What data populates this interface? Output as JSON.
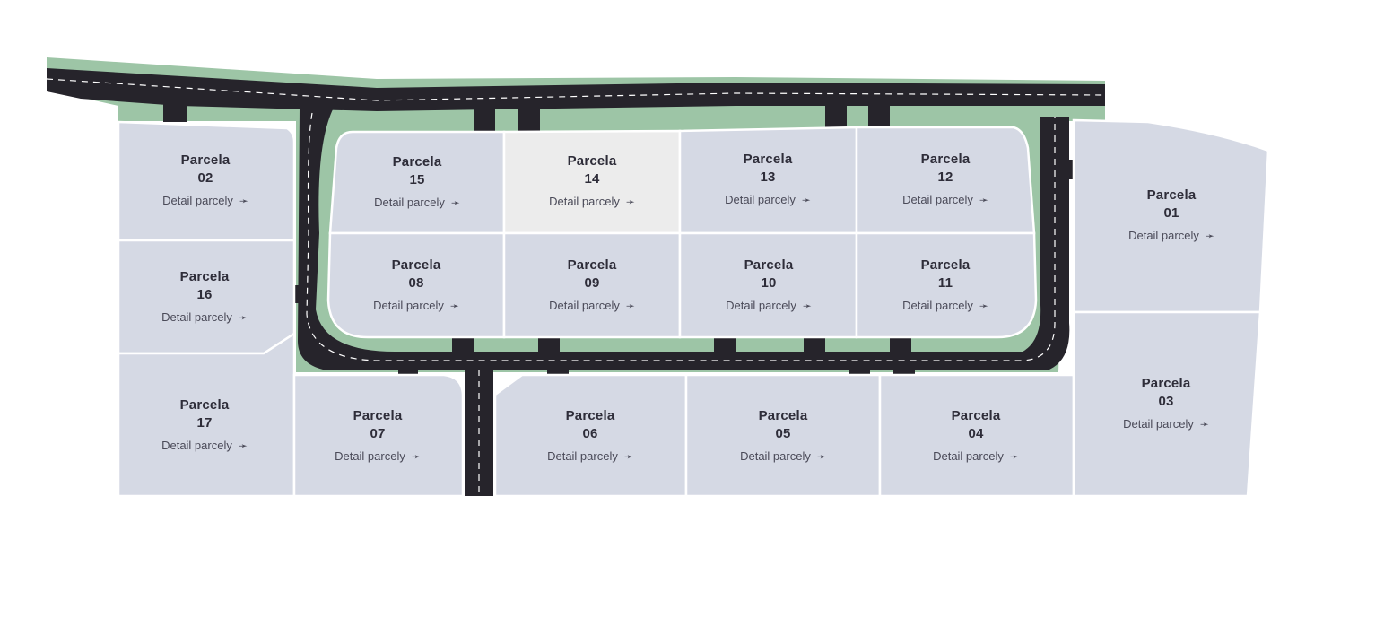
{
  "map": {
    "colors": {
      "parcel": "#d5d9e4",
      "parcel_highlight": "#ececec",
      "road": "#26242b",
      "grass": "#9dc5a6",
      "text": "#2e2d39"
    },
    "arrow_icon": "long-arrow-right-icon",
    "arrow_glyph": "➛",
    "highlighted_parcel": "14",
    "parcels": [
      {
        "id": "01",
        "title": "Parcela",
        "number": "01",
        "link": "Detail parcely"
      },
      {
        "id": "02",
        "title": "Parcela",
        "number": "02",
        "link": "Detail parcely"
      },
      {
        "id": "03",
        "title": "Parcela",
        "number": "03",
        "link": "Detail parcely"
      },
      {
        "id": "04",
        "title": "Parcela",
        "number": "04",
        "link": "Detail parcely"
      },
      {
        "id": "05",
        "title": "Parcela",
        "number": "05",
        "link": "Detail parcely"
      },
      {
        "id": "06",
        "title": "Parcela",
        "number": "06",
        "link": "Detail parcely"
      },
      {
        "id": "07",
        "title": "Parcela",
        "number": "07",
        "link": "Detail parcely"
      },
      {
        "id": "08",
        "title": "Parcela",
        "number": "08",
        "link": "Detail parcely"
      },
      {
        "id": "09",
        "title": "Parcela",
        "number": "09",
        "link": "Detail parcely"
      },
      {
        "id": "10",
        "title": "Parcela",
        "number": "10",
        "link": "Detail parcely"
      },
      {
        "id": "11",
        "title": "Parcela",
        "number": "11",
        "link": "Detail parcely"
      },
      {
        "id": "12",
        "title": "Parcela",
        "number": "12",
        "link": "Detail parcely"
      },
      {
        "id": "13",
        "title": "Parcela",
        "number": "13",
        "link": "Detail parcely"
      },
      {
        "id": "14",
        "title": "Parcela",
        "number": "14",
        "link": "Detail parcely"
      },
      {
        "id": "15",
        "title": "Parcela",
        "number": "15",
        "link": "Detail parcely"
      },
      {
        "id": "16",
        "title": "Parcela",
        "number": "16",
        "link": "Detail parcely"
      },
      {
        "id": "17",
        "title": "Parcela",
        "number": "17",
        "link": "Detail parcely"
      }
    ]
  }
}
